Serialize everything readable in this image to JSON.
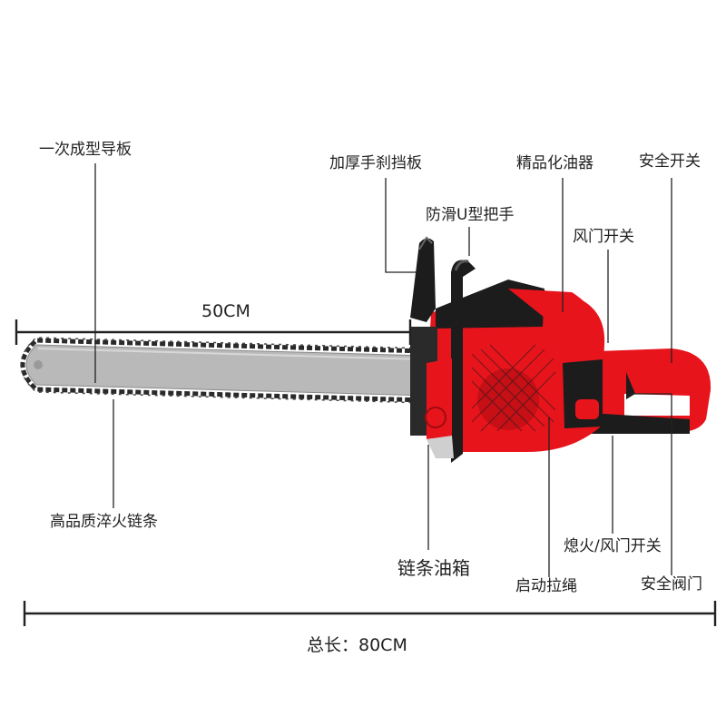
{
  "labels": {
    "guide_bar": "一次成型导板",
    "hand_guard": "加厚手刹挡板",
    "carburetor": "精品化油器",
    "safety_switch": "安全开关",
    "u_handle": "防滑U型把手",
    "choke_switch": "风门开关",
    "chain": "高品质淬火链条",
    "chain_oil_tank": "链条油箱",
    "kill_choke_switch": "熄火/风门开关",
    "starter_rope": "启动拉绳",
    "safety_valve": "安全阀门"
  },
  "dimensions": {
    "bar_length": "50CM",
    "total_length": "总长：80CM"
  },
  "colors": {
    "body": "#e8141c",
    "dark": "#1c1c1c",
    "bar": "#b9b9b9",
    "line": "#222222"
  }
}
